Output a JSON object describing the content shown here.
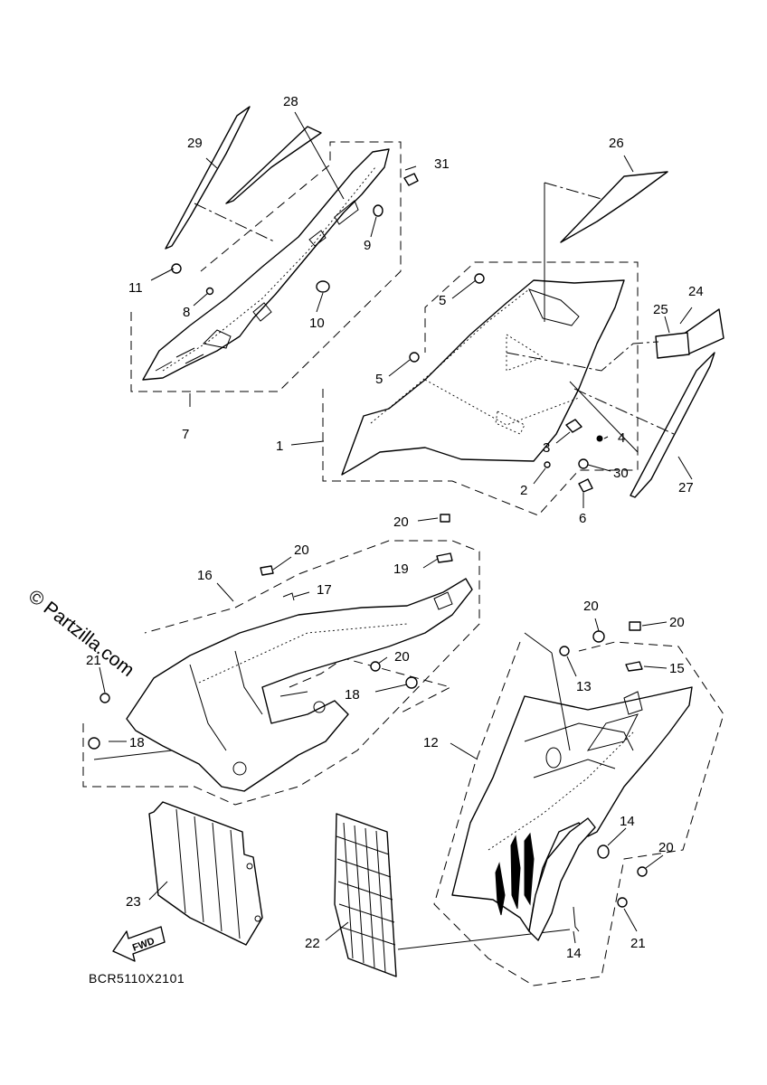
{
  "diagram_code": "BCR5110X2101",
  "watermark": "© Partzilla.com",
  "fwd_label": "FWD",
  "callouts": [
    "1",
    "2",
    "3",
    "4",
    "5",
    "5",
    "6",
    "7",
    "8",
    "9",
    "10",
    "11",
    "12",
    "13",
    "14",
    "14",
    "15",
    "16",
    "17",
    "18",
    "18",
    "19",
    "20",
    "20",
    "20",
    "20",
    "20",
    "20",
    "21",
    "21",
    "22",
    "23",
    "24",
    "25",
    "26",
    "27",
    "28",
    "29",
    "30",
    "31"
  ]
}
